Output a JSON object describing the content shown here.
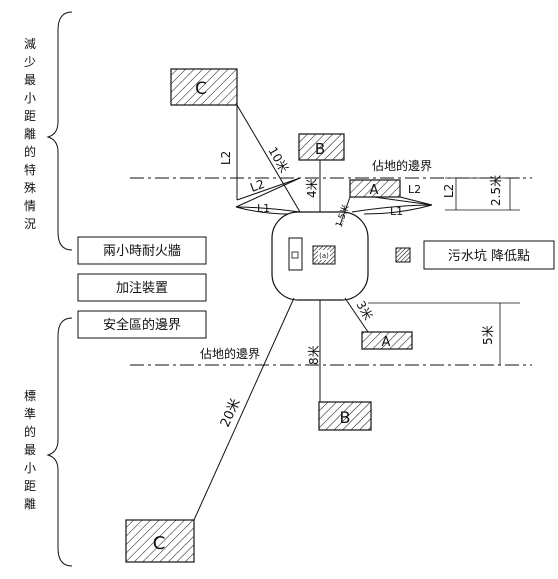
{
  "left_labels": {
    "top_vertical": [
      "減",
      "少",
      "最",
      "小",
      "距",
      "離",
      "的",
      "特",
      "殊",
      "情",
      "況"
    ],
    "bottom_vertical": [
      "標",
      "準",
      "的",
      "最",
      "小",
      "距",
      "離"
    ]
  },
  "legend_boxes": {
    "firewall": "兩小時耐火牆",
    "dispenser": "加注裝置",
    "safety_zone": "安全區的邊界"
  },
  "low_point_label": "污水坑  降低點",
  "boundary_label": "佔地的邊界",
  "center_label": "(a)",
  "targets": {
    "a": "A",
    "b": "B",
    "c": "C"
  },
  "dims": {
    "d10": "10米",
    "d4": "4米",
    "d25": "2.5米",
    "d15": "1.5米",
    "d3": "3米",
    "d8": "8米",
    "d5": "5米",
    "d20": "20米",
    "l1": "L1",
    "l2": "L2"
  },
  "colors": {
    "line": "#111111",
    "hatch_fill": "#555555"
  }
}
